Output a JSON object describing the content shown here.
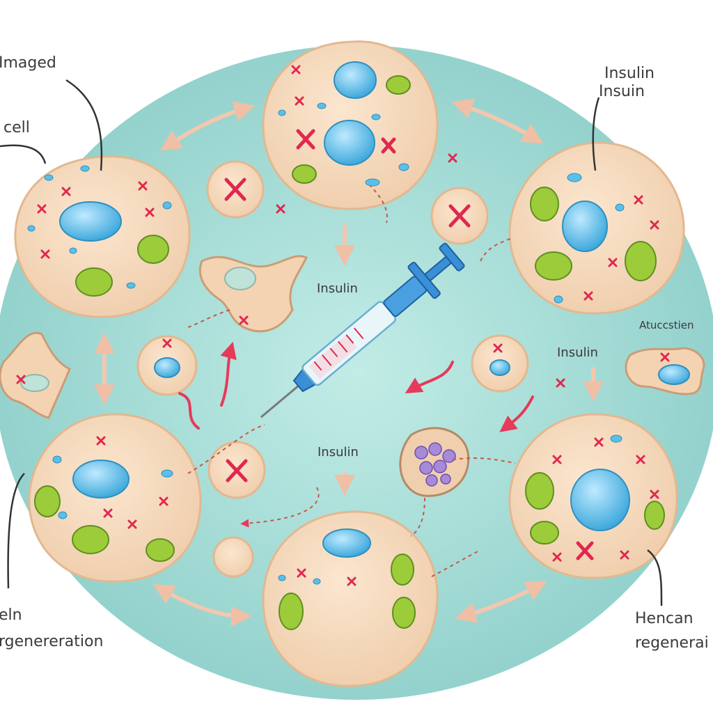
{
  "labels": {
    "damaged": "Imaged",
    "cell": "cell",
    "insulin_top_right_1": "Insulin",
    "insulin_top_right_2": "Insuin",
    "insulin_center": "Insulin",
    "insulin_right": "Insulin",
    "insulin_bottom_center": "Insulin",
    "activation": "Atuccstien",
    "bottom_left_1": "eln",
    "bottom_left_2": "rgenereration",
    "bottom_right_1": "Hencan",
    "bottom_right_2": "regenerai"
  },
  "colors": {
    "background_oval": "#9fd8d2",
    "cell_fill": "#f6dcc0",
    "nucleus": "#5bbfe8",
    "organelle": "#9ccc3a",
    "damage_mark": "#e0284f",
    "arrow": "#f3c7ae",
    "syringe_barrel": "#e8f6fa",
    "syringe_plunger": "#3a8fd6"
  },
  "icons": [
    "cell-icon",
    "nucleus-icon",
    "mitochondria-icon",
    "damage-x-icon",
    "syringe-icon",
    "arrow-icon"
  ]
}
